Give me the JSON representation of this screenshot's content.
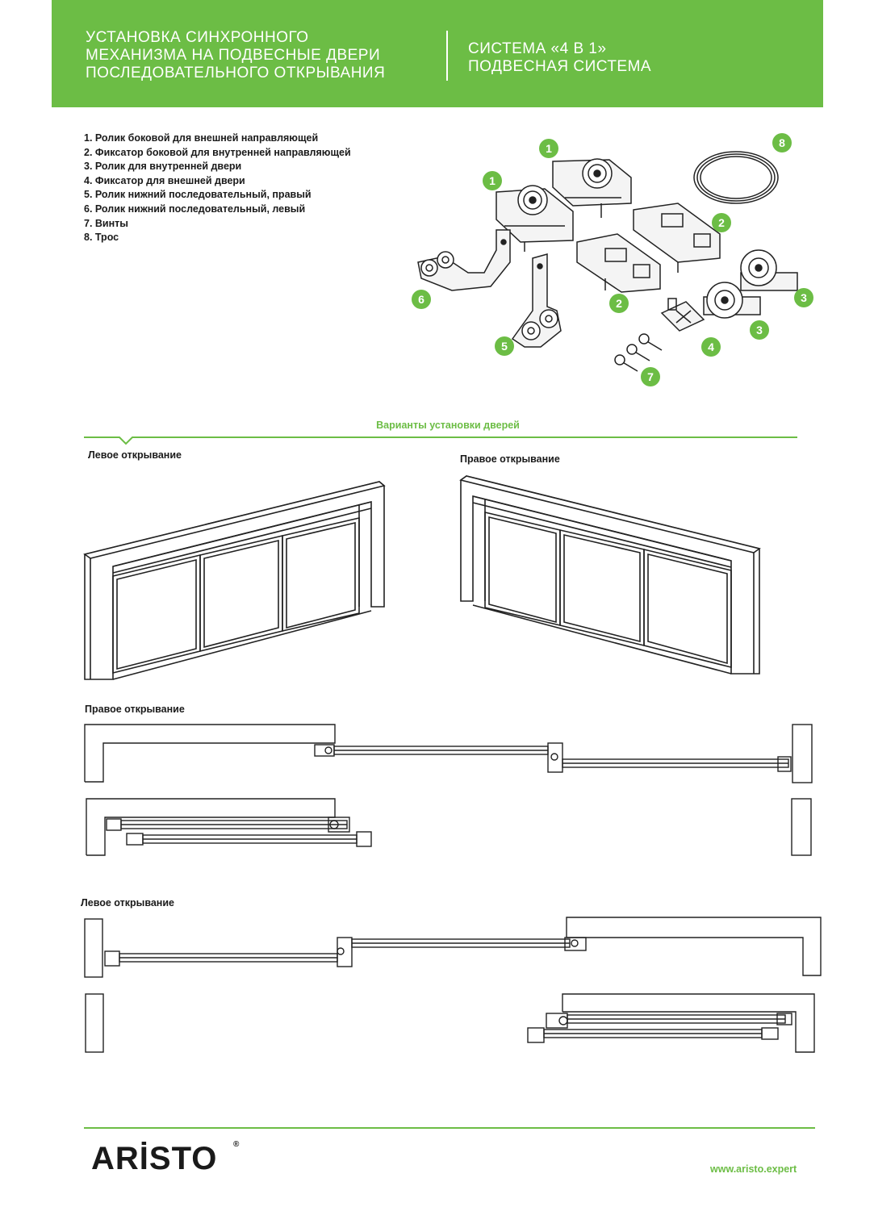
{
  "header": {
    "title_lines": [
      "УСТАНОВКА СИНХРОННОГО",
      "МЕХАНИЗМА НА ПОДВЕСНЫЕ ДВЕРИ",
      "ПОСЛЕДОВАТЕЛЬНОГО ОТКРЫВАНИЯ"
    ],
    "system_lines": [
      "СИСТЕМА «4 В 1»",
      "ПОДВЕСНАЯ СИСТЕМА"
    ]
  },
  "parts": [
    "1. Ролик боковой для внешней направляющей",
    "2. Фиксатор  боковой для внутренней направляющей",
    "3. Ролик для внутренней двери",
    "4. Фиксатор для внешней двери",
    "5. Ролик нижний последовательный, правый",
    "6. Ролик нижний последовательный, левый",
    "7. Винты",
    "8. Трос"
  ],
  "part_badges": [
    "1",
    "1",
    "2",
    "2",
    "3",
    "3",
    "4",
    "5",
    "6",
    "7",
    "8"
  ],
  "section_title": "Варианты установки дверей",
  "labels": {
    "left_opening_top": "Левое открывание",
    "right_opening_top": "Правое открывание",
    "right_opening_plan": "Правое открывание",
    "left_opening_plan": "Левое открывание"
  },
  "footer": {
    "logo": "ARİSTO",
    "registered": "®",
    "website": "www.aristo.expert"
  },
  "colors": {
    "brand_green": "#6cbd45",
    "text": "#1a1a1a",
    "line": "#222222"
  }
}
